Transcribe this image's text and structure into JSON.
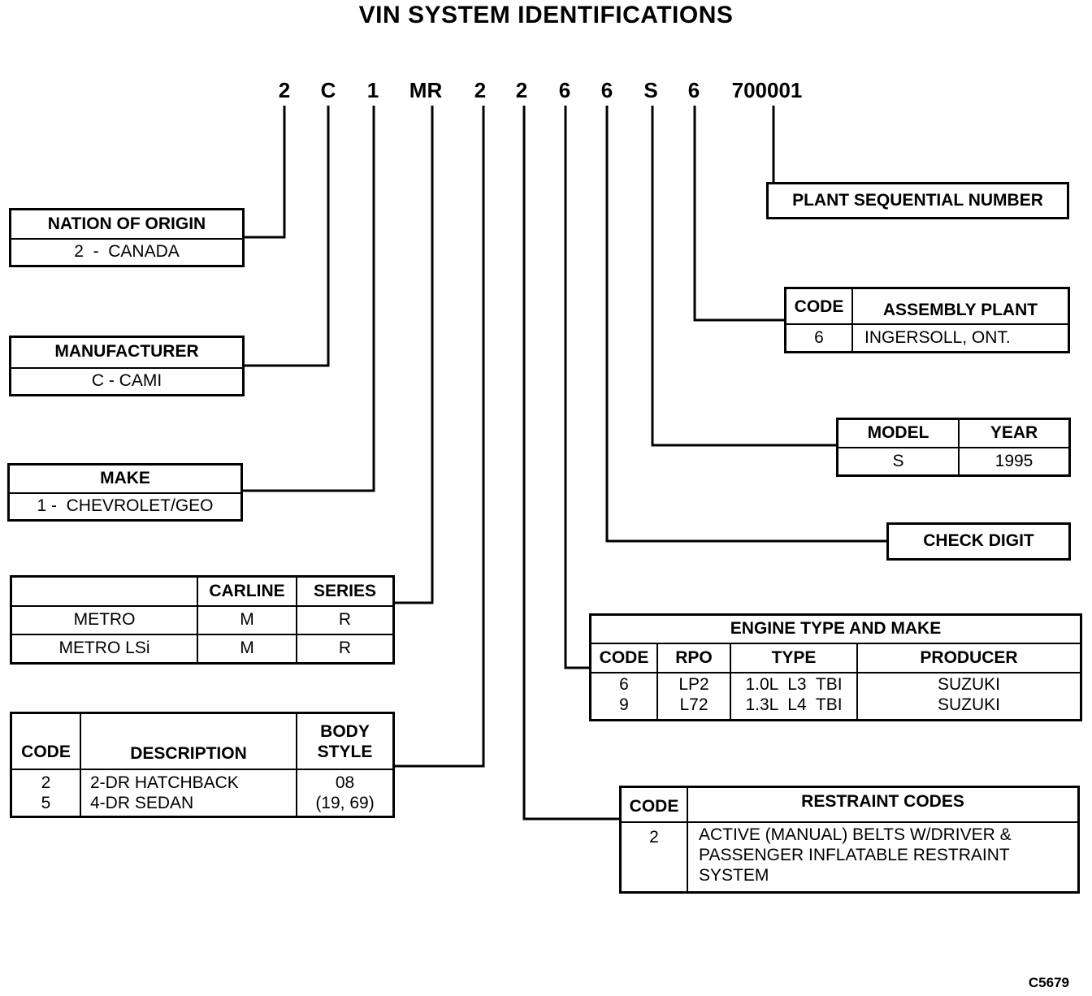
{
  "title": "VIN SYSTEM IDENTIFICATIONS",
  "vin_chars": [
    "2",
    "C",
    "1",
    "MR",
    "2",
    "2",
    "6",
    "6",
    "S",
    "6",
    "700001"
  ],
  "nation": {
    "header": "NATION OF ORIGIN",
    "value": "2  -  CANADA"
  },
  "manufacturer": {
    "header": "MANUFACTURER",
    "value": "C - CAMI"
  },
  "make": {
    "header": "MAKE",
    "value": "1 -  CHEVROLET/GEO"
  },
  "carline": {
    "headers": [
      "",
      "CARLINE",
      "SERIES"
    ],
    "rows": [
      [
        "METRO",
        "M",
        "R"
      ],
      [
        "METRO LSi",
        "M",
        "R"
      ]
    ]
  },
  "body_style": {
    "headers": [
      "CODE",
      "DESCRIPTION",
      "BODY\nSTYLE"
    ],
    "codes": "2\n5",
    "descriptions": "2-DR HATCHBACK\n4-DR SEDAN",
    "styles": "08\n(19, 69)"
  },
  "plant_seq": {
    "label": "PLANT SEQUENTIAL NUMBER"
  },
  "assembly_plant": {
    "headers": [
      "CODE",
      "ASSEMBLY PLANT"
    ],
    "row": [
      "6",
      "INGERSOLL, ONT."
    ]
  },
  "model_year": {
    "headers": [
      "MODEL",
      "YEAR"
    ],
    "row": [
      "S",
      "1995"
    ]
  },
  "check_digit": {
    "label": "CHECK DIGIT"
  },
  "engine": {
    "title": "ENGINE TYPE AND MAKE",
    "headers": [
      "CODE",
      "RPO",
      "TYPE",
      "PRODUCER"
    ],
    "codes": "6\n9",
    "rpos": "LP2\nL72",
    "types": "1.0L  L3  TBI\n1.3L  L4  TBI",
    "producers": "SUZUKI\nSUZUKI"
  },
  "restraint": {
    "headers": [
      "CODE",
      "RESTRAINT CODES"
    ],
    "code": "2",
    "description": "ACTIVE (MANUAL) BELTS W/DRIVER &\nPASSENGER INFLATABLE RESTRAINT\nSYSTEM"
  },
  "figure_code": "C5679"
}
